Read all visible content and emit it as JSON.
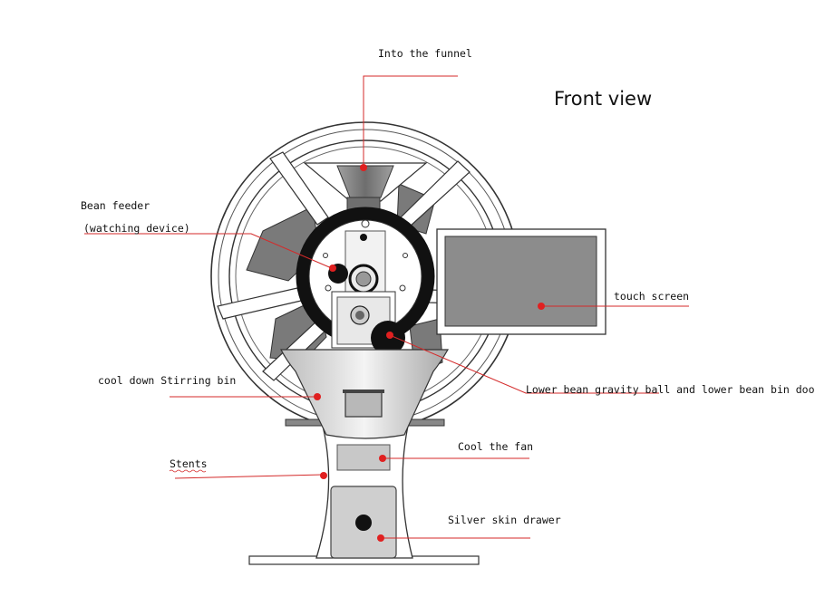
{
  "diagram": {
    "title": "Front view",
    "labels": {
      "funnel": "Into the funnel",
      "bean_feeder_1": "Bean feeder",
      "bean_feeder_2": "(watching device)",
      "touch_screen": "touch screen",
      "cool_bin": "cool down Stirring bin",
      "gravity_ball": "Lower bean gravity ball",
      "gravity_ball_rest": " and lower bean bin door",
      "cool_fan": "Cool the fan",
      "stents": "Stents",
      "drawer": "Silver skin drawer"
    },
    "colors": {
      "leader": "#d42a2a",
      "dot": "#e02020",
      "outline": "#333333",
      "panel": "#8c8c8c",
      "dark": "#111111"
    }
  }
}
